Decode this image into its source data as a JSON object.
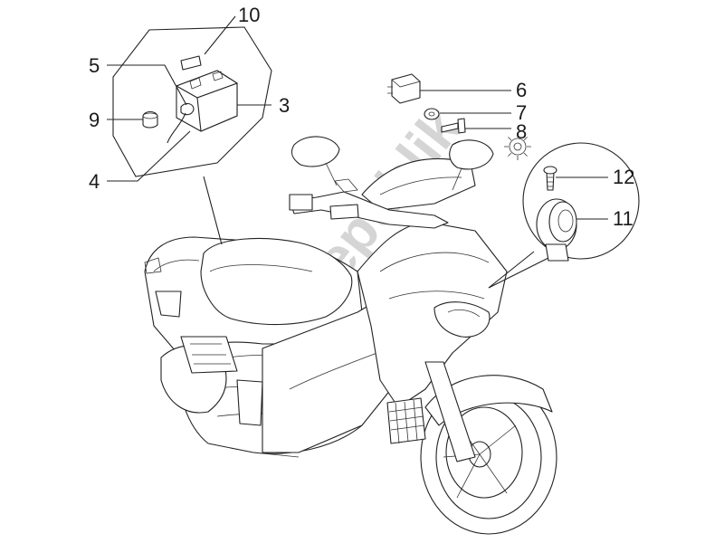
{
  "watermark": "PartsRepublik",
  "callouts": {
    "c3": "3",
    "c4": "4",
    "c5": "5",
    "c6": "6",
    "c7": "7",
    "c8": "8",
    "c9": "9",
    "c10": "10",
    "c11": "11",
    "c12": "12"
  },
  "icons": [
    "gear-icon"
  ]
}
